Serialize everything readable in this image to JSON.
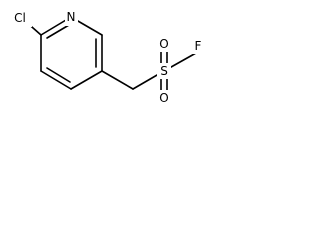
{
  "molecule": {
    "atoms": {
      "chlorine": "Cl",
      "nitrogen": "N",
      "sulfur": "S",
      "oxygen_top": "O",
      "oxygen_bottom": "O",
      "fluorine": "F"
    }
  }
}
